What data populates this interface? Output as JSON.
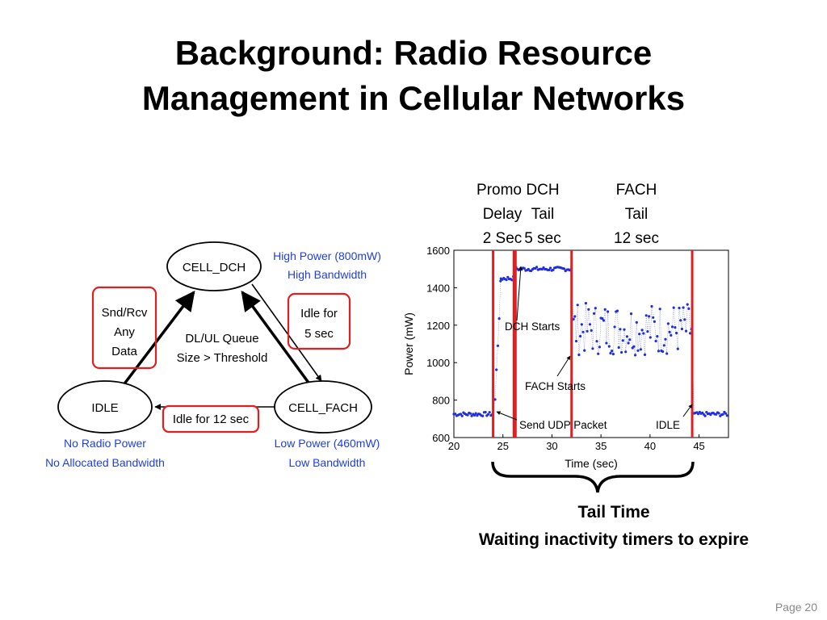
{
  "slide": {
    "title_line1": "Background: Radio Resource",
    "title_line2": "Management in Cellular Networks",
    "page_label": "Page 20"
  },
  "state_diagram": {
    "states": {
      "dch": "CELL_DCH",
      "idle": "IDLE",
      "fach": "CELL_FACH"
    },
    "dch_desc": [
      "High Power (800mW)",
      "High Bandwidth"
    ],
    "fach_desc": [
      "Low Power (460mW)",
      "Low Bandwidth"
    ],
    "idle_desc": [
      "No Radio Power",
      "No Allocated Bandwidth"
    ],
    "center_label": [
      "DL/UL Queue",
      "Size > Threshold"
    ],
    "box_snd": [
      "Snd/Rcv",
      "Any",
      "Data"
    ],
    "box_idle5": [
      "Idle for",
      "5 sec"
    ],
    "box_idle12": "Idle for 12 sec",
    "colors": {
      "accent": "#e02020",
      "blue_text": "#1f3fdf"
    }
  },
  "timeline_labels": {
    "promo": [
      "Promo",
      "Delay",
      "2 Sec"
    ],
    "dch": [
      "DCH",
      "Tail",
      "5 sec"
    ],
    "fach": [
      "FACH",
      "Tail",
      "12 sec"
    ]
  },
  "tail_caption": {
    "line1": "Tail Time",
    "line2": "Waiting inactivity timers to expire"
  },
  "chart_data": {
    "type": "scatter",
    "xlabel": "Time (sec)",
    "ylabel": "Power (mW)",
    "xlim": [
      20,
      48
    ],
    "ylim": [
      600,
      1600
    ],
    "xticks": [
      20,
      25,
      30,
      35,
      40,
      45
    ],
    "yticks": [
      600,
      800,
      1000,
      1200,
      1400,
      1600
    ],
    "grid": false,
    "point_color": "#1f2fdf",
    "line_color": "#e02020",
    "vertical_markers": [
      24,
      26.2,
      32,
      44.3
    ],
    "annotations": [
      "DCH Starts",
      "FACH Starts",
      "Send UDP Packet",
      "IDLE"
    ],
    "segments": [
      {
        "x_start": 20,
        "x_end": 24,
        "level": 725
      },
      {
        "x_start": 24.2,
        "x_end": 24.8,
        "level": 1200
      },
      {
        "x_start": 24.8,
        "x_end": 26.2,
        "level": 1450
      },
      {
        "x_start": 26.2,
        "x_end": 32,
        "level": 1500
      },
      {
        "x_start": 32.2,
        "x_end": 44.3,
        "level": 1180
      },
      {
        "x_start": 44.5,
        "x_end": 48,
        "level": 725
      }
    ]
  }
}
